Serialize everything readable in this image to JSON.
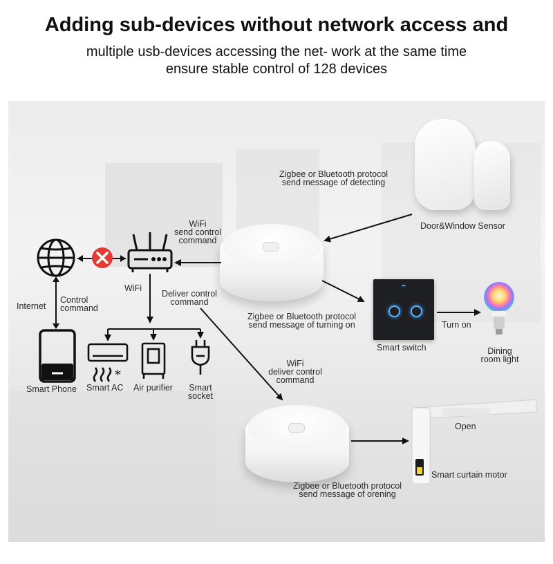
{
  "header": {
    "title": "Adding sub-devices without network access and",
    "subtitle_line1": "multiple usb-devices accessing the net- work at the same time",
    "subtitle_line2": "ensure stable control of 128 devices"
  },
  "labels": {
    "detect_protocol_1": "Zigbee or Bluetooth protocol",
    "detect_protocol_2": "send message of detecting",
    "door_sensor": "Door&Window Sensor",
    "wifi_send_1": "WiFi",
    "wifi_send_2": "send control",
    "wifi_send_3": "command",
    "wifi": "WiFi",
    "deliver_1": "Deliver control",
    "deliver_2": "command",
    "internet": "Internet",
    "control_1": "Control",
    "control_2": "command",
    "turnon_protocol_1": "Zigbee or Bluetooth protocol",
    "turnon_protocol_2": "send message of turning on",
    "turn_on": "Turn on",
    "smart_switch": "Smart switch",
    "dining_1": "Dining",
    "dining_2": "room light",
    "smart_phone": "Smart Phone",
    "smart_ac": "Smart AC",
    "air_purifier": "Air purifier",
    "smart_socket_1": "Smart",
    "smart_socket_2": "socket",
    "wifi_deliver_1": "WiFi",
    "wifi_deliver_2": "deliver control",
    "wifi_deliver_3": "command",
    "open": "Open",
    "curtain_motor": "Smart curtain motor",
    "opening_protocol_1": "Zigbee or Bluetooth protocol",
    "opening_protocol_2": "send message of orening"
  },
  "icons": {
    "globe": "globe-icon",
    "blocked": "blocked-x-icon",
    "router": "router-icon",
    "phone": "smartphone-icon",
    "ac": "air-conditioner-icon",
    "purifier": "air-purifier-icon",
    "socket": "plug-icon",
    "bulb": "light-bulb-icon"
  },
  "colors": {
    "blocked_red": "#e53935",
    "switch_ring": "#5ab0ff",
    "line": "#111111"
  }
}
